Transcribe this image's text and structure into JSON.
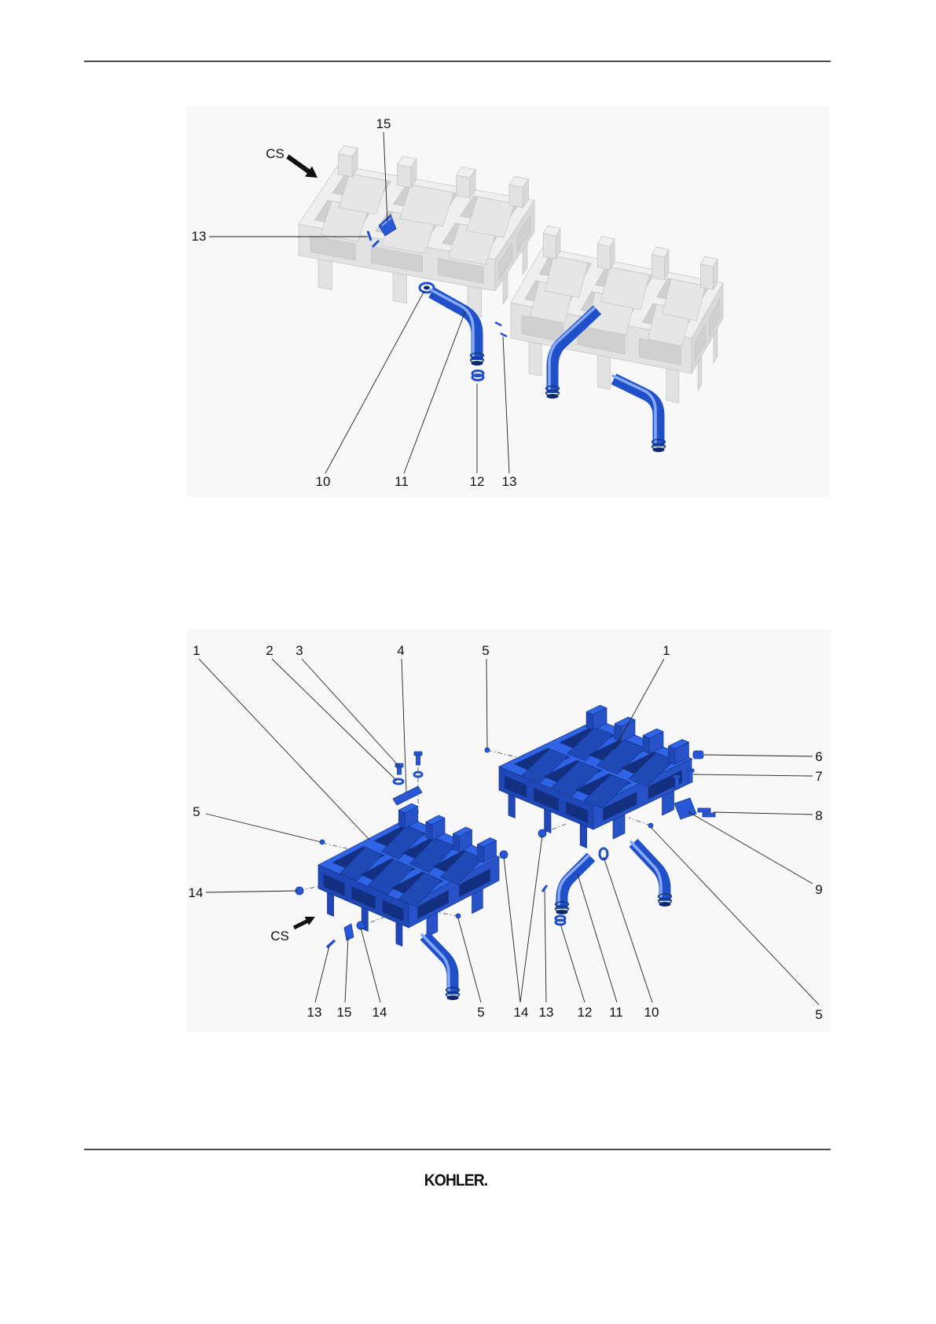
{
  "figure_top": {
    "callouts": [
      "15",
      "CS",
      "13",
      "10",
      "11",
      "12",
      "13"
    ]
  },
  "figure_bottom": {
    "callouts": [
      "1",
      "2",
      "3",
      "4",
      "5",
      "1",
      "6",
      "7",
      "8",
      "5",
      "14",
      "9",
      "CS",
      "13",
      "15",
      "14",
      "5",
      "14",
      "13",
      "12",
      "11",
      "10",
      "5"
    ]
  },
  "footer": {
    "brand": "KOHLER."
  },
  "colors": {
    "part_blue": "#2858d6",
    "ghost_gray": "#e0e0e0",
    "rule": "#111111"
  }
}
